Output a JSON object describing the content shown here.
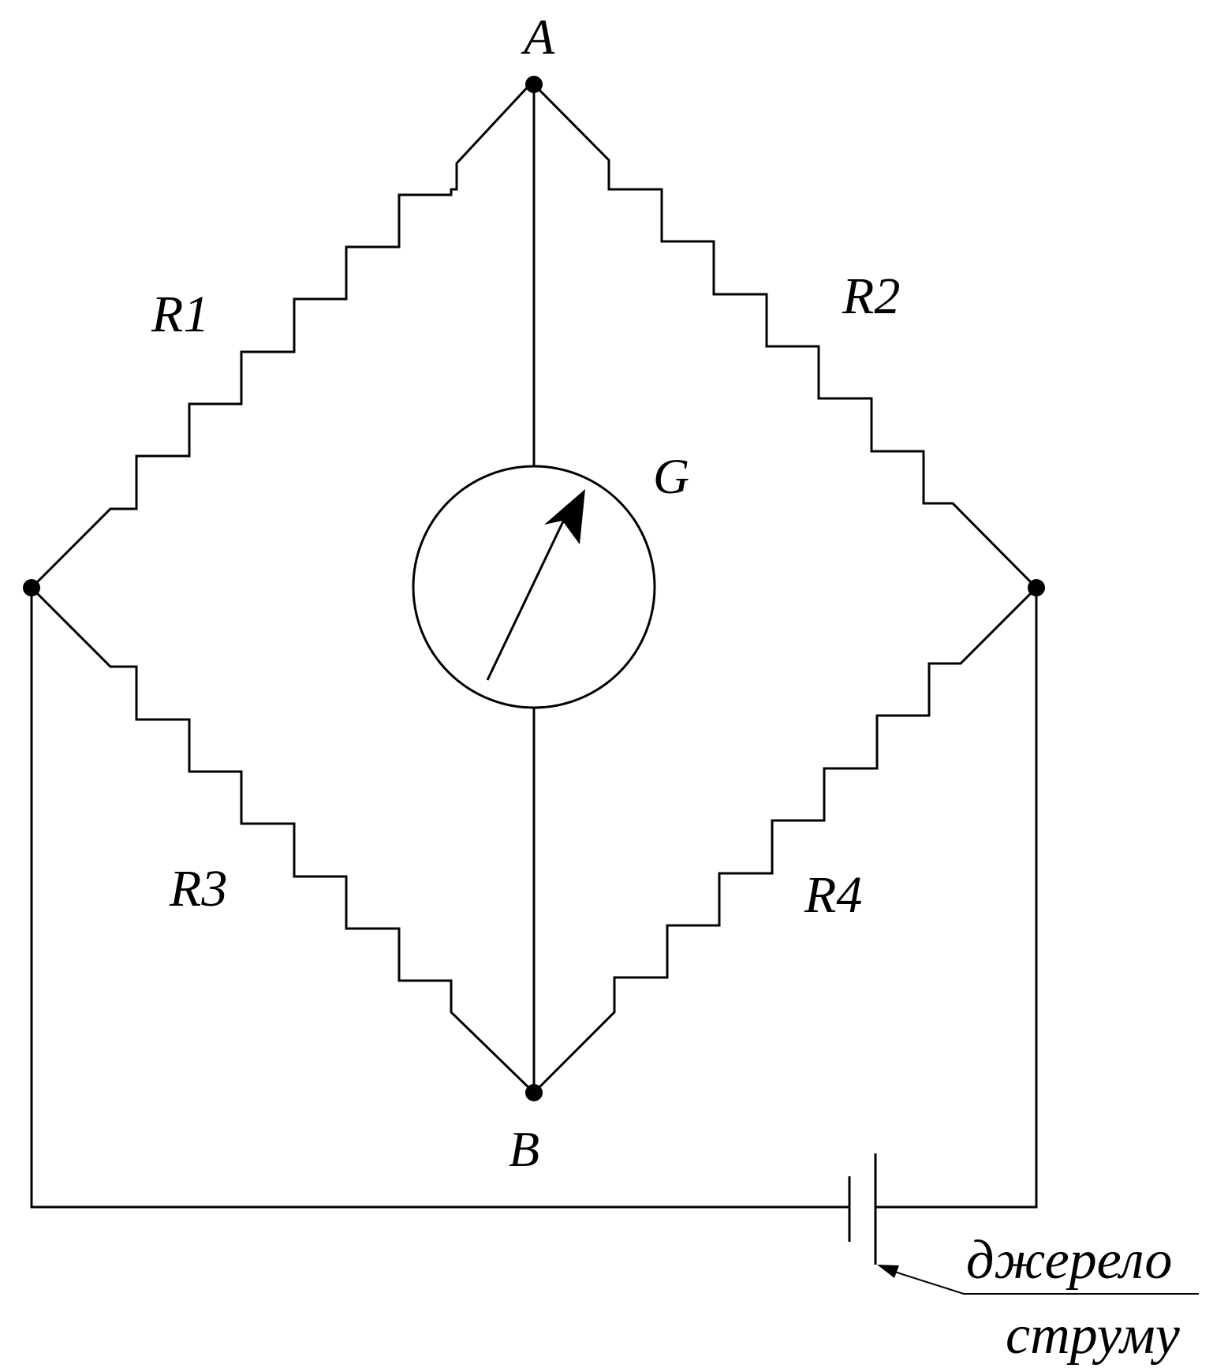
{
  "labels": {
    "node_a": "A",
    "node_b": "B",
    "galvanometer": "G",
    "r1": "R1",
    "r2": "R2",
    "r3": "R3",
    "r4": "R4",
    "source_line1": "джерело",
    "source_line2": "струму"
  },
  "colors": {
    "line": "#000000",
    "background": "#ffffff"
  }
}
